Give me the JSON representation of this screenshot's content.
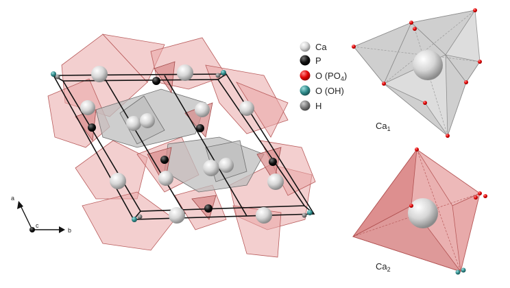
{
  "legend": [
    {
      "label": "Ca",
      "color": "#d9d9d9"
    },
    {
      "label": "P",
      "color": "#111111"
    },
    {
      "label": "O (PO",
      "sub": "4",
      "tail": ")",
      "color": "#e00000"
    },
    {
      "label": "O (OH)",
      "color": "#2f8a8a"
    },
    {
      "label": "H",
      "color": "#7a7a7a"
    }
  ],
  "axes": {
    "a": "a",
    "b": "b",
    "c": "c"
  },
  "polyhedra": {
    "ca1": {
      "label": "Ca",
      "sub": "1"
    },
    "ca2": {
      "label": "Ca",
      "sub": "2"
    }
  },
  "colors": {
    "pink_face": "#e9a7a7",
    "pink_edge": "#b85a5a",
    "gray_face": "#cfcfcf",
    "gray_edge": "#8c8c8c",
    "cell_line": "#111111"
  }
}
